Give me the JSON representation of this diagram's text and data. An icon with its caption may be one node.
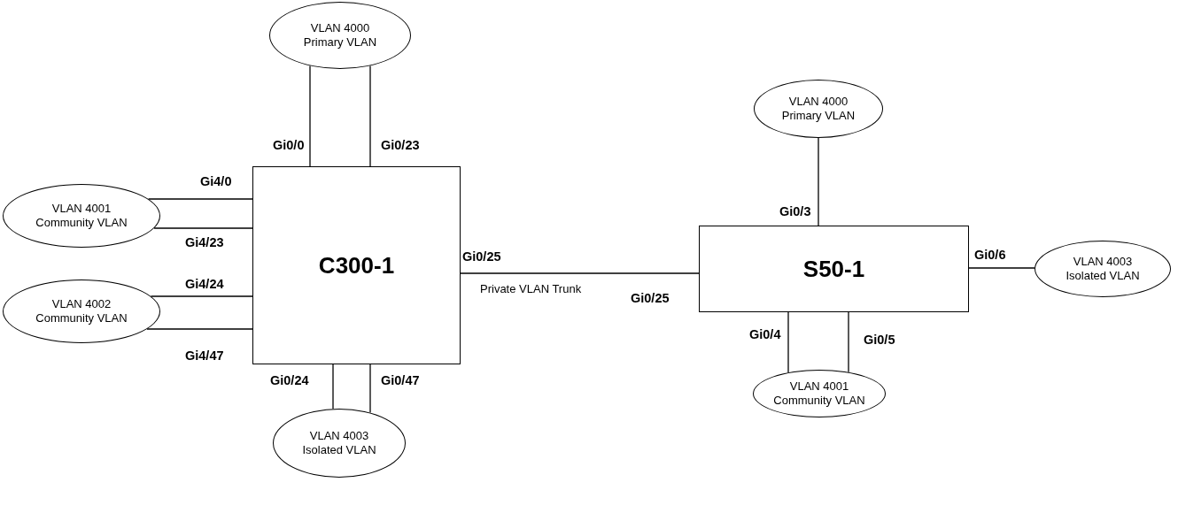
{
  "diagram": {
    "nodes": [
      {
        "text": [
          "VLAN 4000 Primary VLAN"
        ]
      },
      {
        "text": [
          "VLAN 4001 Community VLAN"
        ]
      },
      {
        "text": [
          "C300-1"
        ]
      },
      {
        "text": [
          "VLAN 4002 Community VLAN"
        ]
      },
      {
        "text": [
          "VLAN 4003 Isolated VLAN"
        ]
      },
      {
        "text": [
          "VLAN 4000 Primary VLAN"
        ]
      },
      {
        "text": [
          "S50-1"
        ]
      },
      {
        "text": [
          "VLAN 4003 Isolated VLAN"
        ]
      },
      {
        "text": [
          "VLAN 4001 Community VLAN"
        ]
      }
    ],
    "edges": [
      {
        "from": 0,
        "to": 2,
        "arrow": "none",
        "label": "Gi0/0"
      },
      {
        "from": 0,
        "to": 2,
        "arrow": "none",
        "label": "Gi0/23"
      },
      {
        "from": 1,
        "to": 2,
        "arrow": "none",
        "label": "Gi4/0"
      },
      {
        "from": 1,
        "to": 2,
        "arrow": "none",
        "label": "Gi4/23"
      },
      {
        "from": 3,
        "to": 2,
        "arrow": "none",
        "label": "Gi4/24"
      },
      {
        "from": 3,
        "to": 2,
        "arrow": "none",
        "label": "Gi4/47"
      },
      {
        "from": 4,
        "to": 2,
        "arrow": "none",
        "label": "Gi0/24"
      },
      {
        "from": 4,
        "to": 2,
        "arrow": "none",
        "label": "Gi0/47"
      },
      {
        "from": 2,
        "to": 6,
        "arrow": "none",
        "label": "Private VLAN Trunk"
      },
      {
        "from": 5,
        "to": 6,
        "arrow": "none",
        "label": "Gi0/3"
      },
      {
        "from": 7,
        "to": 6,
        "arrow": "none",
        "label": "Gi0/6"
      },
      {
        "from": 8,
        "to": 6,
        "arrow": "none",
        "label": "Gi0/4"
      },
      {
        "from": 8,
        "to": 6,
        "arrow": "none",
        "label": "Gi0/5"
      }
    ],
    "labels": [
      "Gi0/25",
      "Gi0/25"
    ]
  }
}
